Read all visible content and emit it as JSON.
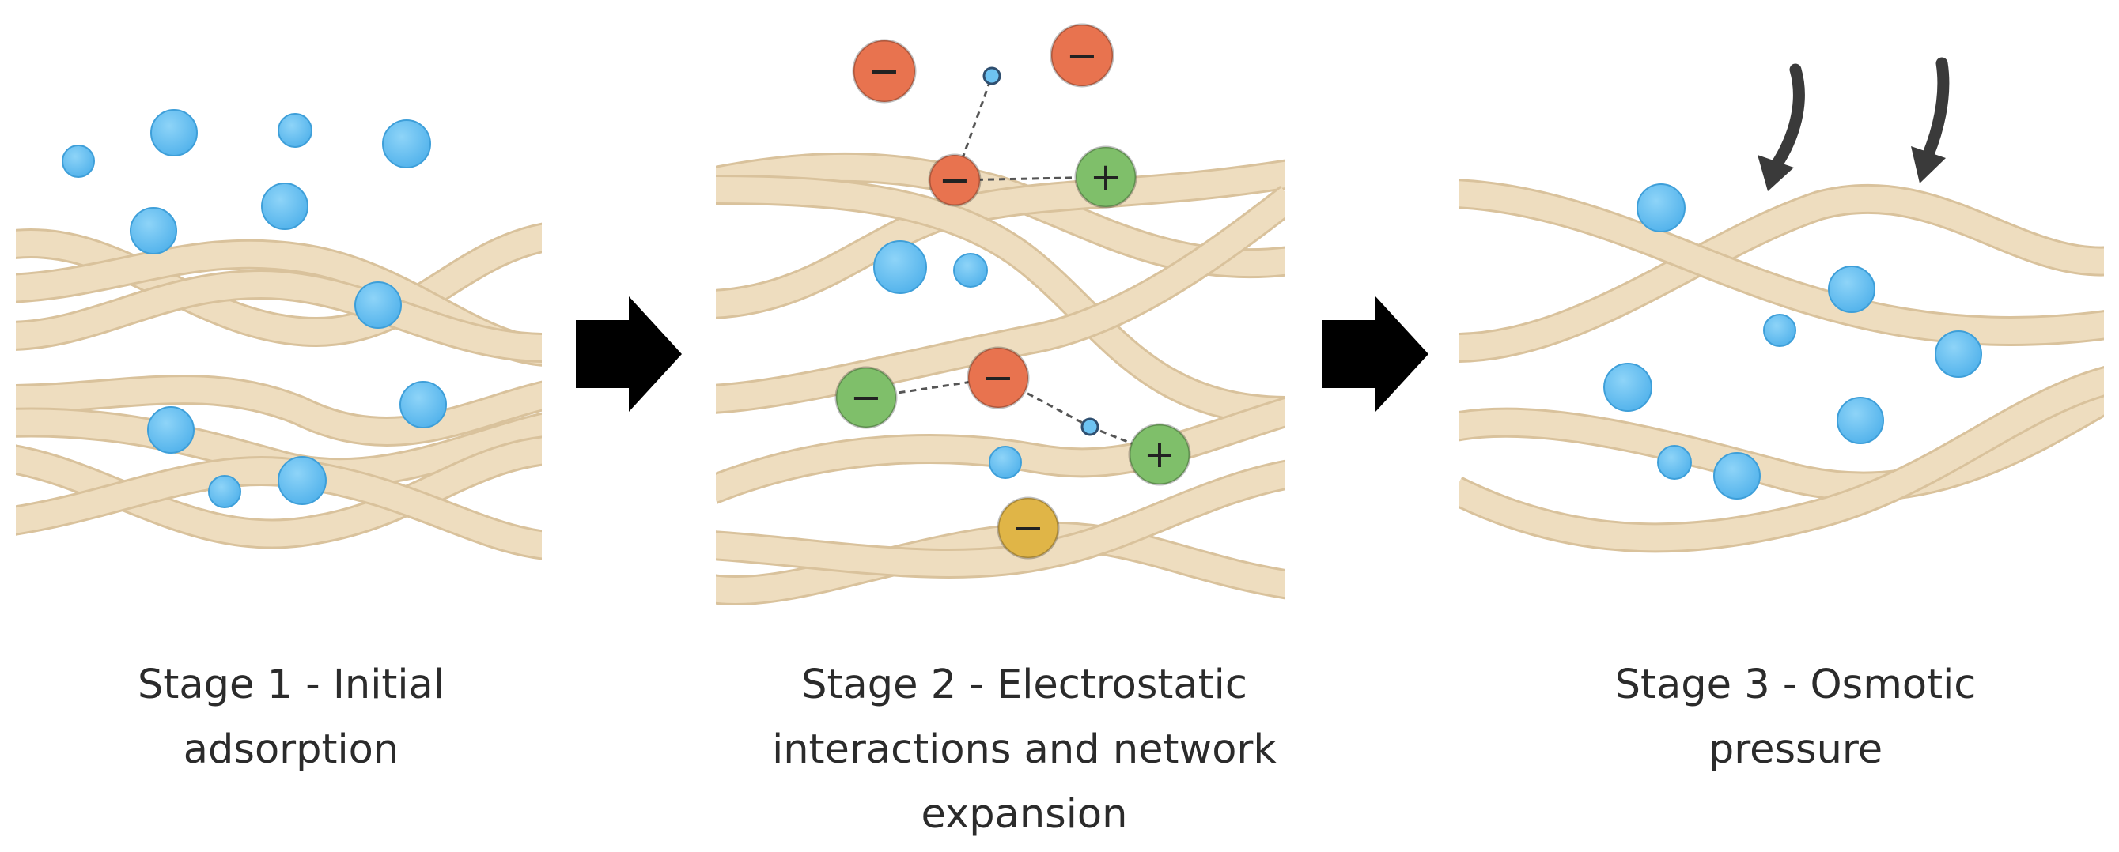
{
  "stages": [
    {
      "caption_lines": [
        "Stage 1 - Initial",
        "adsorption"
      ]
    },
    {
      "caption_lines": [
        "Stage 2 - Electrostatic",
        "interactions and network",
        "expansion"
      ],
      "charges": [
        {
          "sign": "−",
          "color": "#E8734F"
        },
        {
          "sign": "−",
          "color": "#E8734F"
        },
        {
          "sign": "−",
          "color": "#E8734F"
        },
        {
          "sign": "+",
          "color": "#7FBF6A"
        },
        {
          "sign": "−",
          "color": "#7FBF6A"
        },
        {
          "sign": "−",
          "color": "#E8734F"
        },
        {
          "sign": "+",
          "color": "#7FBF6A"
        },
        {
          "sign": "−",
          "color": "#E0B547"
        }
      ]
    },
    {
      "caption_lines": [
        "Stage 3 - Osmotic",
        "pressure"
      ]
    }
  ],
  "colors": {
    "fiber": "#EEDDBF",
    "fiber_edge": "#D9C29C",
    "water": "#6EC3F2",
    "water_edge": "#3E9FD9",
    "arrow": "#000000",
    "pressure_arrow": "#3a3a3a",
    "caption": "#2b2b2b"
  },
  "icons": {
    "stage_transition": "right-arrow-icon",
    "pressure": "down-arrow-icon",
    "water_molecule": "water-droplet-icon"
  }
}
